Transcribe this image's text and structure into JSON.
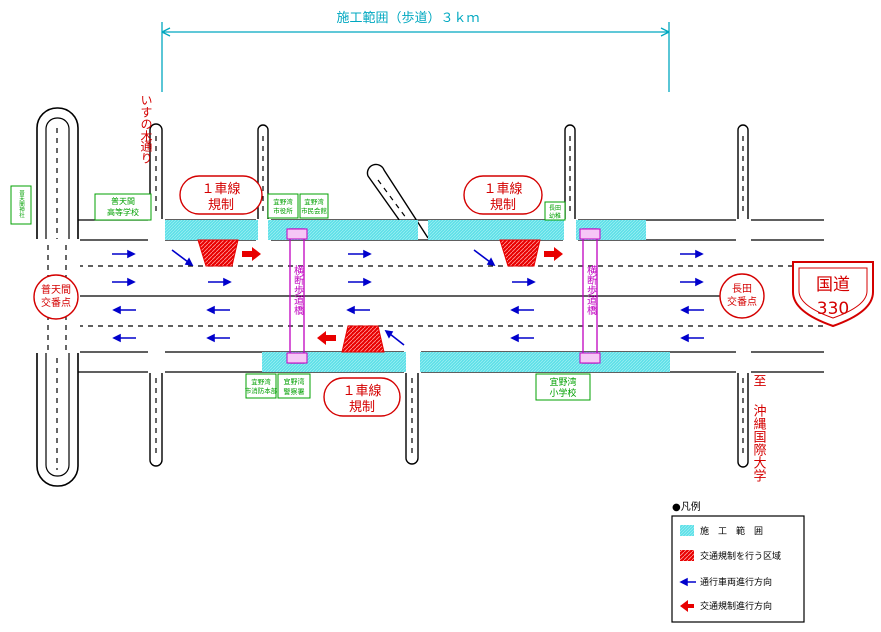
{
  "title": "施工範囲（歩道）３ｋｍ",
  "route_sign": {
    "line1": "国道",
    "line2": "330"
  },
  "streets": {
    "isunoki": [
      "いすの木",
      "通り"
    ],
    "kokusai": [
      "至",
      "沖縄国際大学"
    ]
  },
  "intersections": {
    "futenma": [
      "普天間",
      "交番点"
    ],
    "nagata": [
      "長田",
      "交番点"
    ]
  },
  "restriction_label": [
    "１車線",
    "規制"
  ],
  "crosswalk_label": "横断歩道橋",
  "buildings": {
    "futenma_shrine": "普天間神社",
    "futenma_highschool": [
      "普天間",
      "高等学校"
    ],
    "ginowan_city_hall": [
      "宜野湾",
      "市役所"
    ],
    "ginowan_civic": [
      "宜野湾",
      "市民会館"
    ],
    "ginowan_police": [
      "宜野湾",
      "警察署"
    ],
    "ginowan_fire": [
      "宜野湾",
      "市消防本部"
    ],
    "ginowan_school": [
      "宜野湾",
      "小学校"
    ],
    "nagata_kindergarten": [
      "長田",
      "幼稚"
    ]
  },
  "legend": {
    "heading": "●凡例",
    "items": [
      {
        "label": "施　工　範　囲",
        "icon": "cyan-swatch"
      },
      {
        "label": "交通規制を行う区域",
        "icon": "red-hatch-swatch"
      },
      {
        "label": "通行車両進行方向",
        "icon": "blue-arrow"
      },
      {
        "label": "交通規制進行方向",
        "icon": "red-arrow"
      }
    ]
  },
  "colors": {
    "construction": "#5fe0e8",
    "restriction": "#e80000",
    "traffic_arrow": "#0000cc",
    "label_red": "#d40000",
    "label_green": "#00a000",
    "crosswalk": "#c000c0"
  }
}
